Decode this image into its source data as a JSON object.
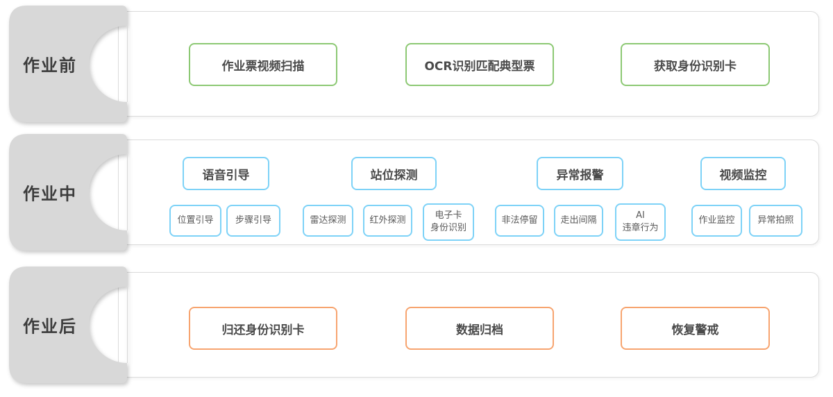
{
  "sections": {
    "before": {
      "label": "作业前",
      "accent": "#8cc873",
      "steps": [
        "作业票视频扫描",
        "OCR识别匹配典型票",
        "获取身份识别卡"
      ]
    },
    "during": {
      "label": "作业中",
      "accent": "#7dd2f7",
      "groups": [
        {
          "header": "语音引导",
          "subs": [
            "位置引导",
            "步骤引导"
          ]
        },
        {
          "header": "站位探测",
          "subs": [
            "雷达探测",
            "红外探测",
            "电子卡\n身份识别"
          ]
        },
        {
          "header": "异常报警",
          "subs": [
            "非法停留",
            "走出间隔",
            "AI\n违章行为"
          ]
        },
        {
          "header": "视频监控",
          "subs": [
            "作业监控",
            "异常拍照"
          ]
        }
      ]
    },
    "after": {
      "label": "作业后",
      "accent": "#f7a46f",
      "steps": [
        "归还身份识别卡",
        "数据归档",
        "恢复警戒"
      ]
    }
  },
  "colors": {
    "tab_fill": "#d8d8d8",
    "panel_border": "#dbdbdb",
    "text_dark": "#3c3c3c",
    "text_box": "#4a4a4a"
  }
}
